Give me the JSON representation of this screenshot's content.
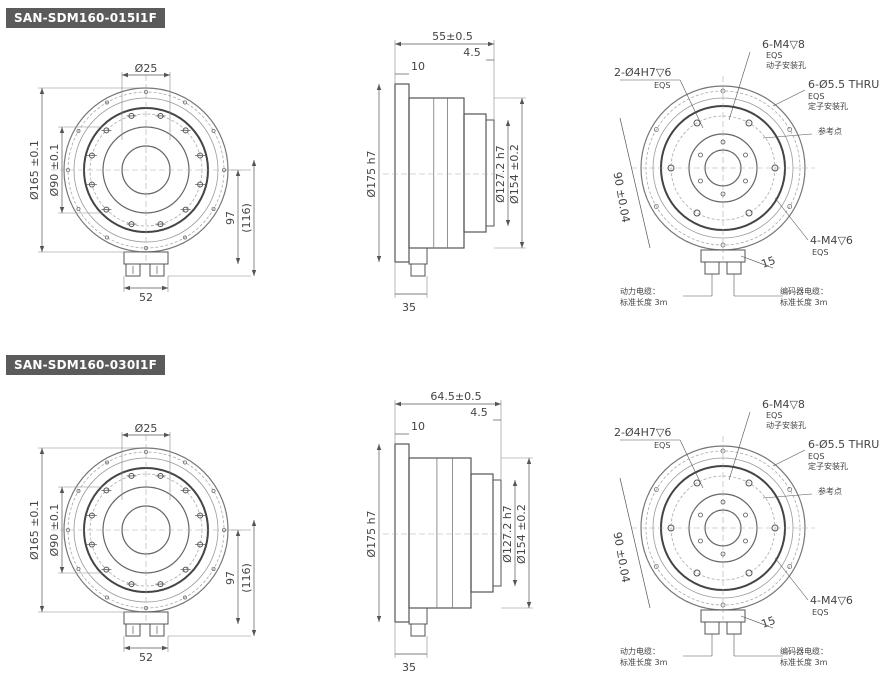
{
  "sections": [
    {
      "title": "SAN-SDM160-015I1F",
      "front": {
        "bore": "Ø25",
        "outer": "Ø165 ±0.1",
        "inner": "Ø90 ±0.1",
        "height": "97",
        "height_ref": "(116)",
        "width": "52"
      },
      "side": {
        "length": "55±0.5",
        "flange": "10",
        "step": "4.5",
        "d_outer": "Ø175 h7",
        "d_mid": "Ø127.2 h7",
        "d_big": "Ø154 ±0.2",
        "connector": "35"
      },
      "back": {
        "holes_a": "2-Ø4H7▽6",
        "eqs": "EQS",
        "holes_b": "6-M4▽8",
        "holes_b_note": "动子安装孔",
        "holes_c": "6-Ø5.5 THRU",
        "holes_c_note": "定子安装孔",
        "ref_point": "参考点",
        "pcd": "90 ±0.04",
        "holes_d": "4-M4▽6",
        "offset": "15",
        "power_cable": "动力电缆：",
        "encoder_cable": "编码器电缆：",
        "std_length": "标准长度 3m"
      }
    },
    {
      "title": "SAN-SDM160-030I1F",
      "front": {
        "bore": "Ø25",
        "outer": "Ø165 ±0.1",
        "inner": "Ø90 ±0.1",
        "height": "97",
        "height_ref": "(116)",
        "width": "52"
      },
      "side": {
        "length": "64.5±0.5",
        "flange": "10",
        "step": "4.5",
        "d_outer": "Ø175 h7",
        "d_mid": "Ø127.2 h7",
        "d_big": "Ø154 ±0.2",
        "connector": "35"
      },
      "back": {
        "holes_a": "2-Ø4H7▽6",
        "eqs": "EQS",
        "holes_b": "6-M4▽8",
        "holes_b_note": "动子安装孔",
        "holes_c": "6-Ø5.5 THRU",
        "holes_c_note": "定子安装孔",
        "ref_point": "参考点",
        "pcd": "90 ±0.04",
        "holes_d": "4-M4▽6",
        "offset": "15",
        "power_cable": "动力电缆：",
        "encoder_cable": "编码器电缆：",
        "std_length": "标准长度 3m"
      }
    }
  ]
}
